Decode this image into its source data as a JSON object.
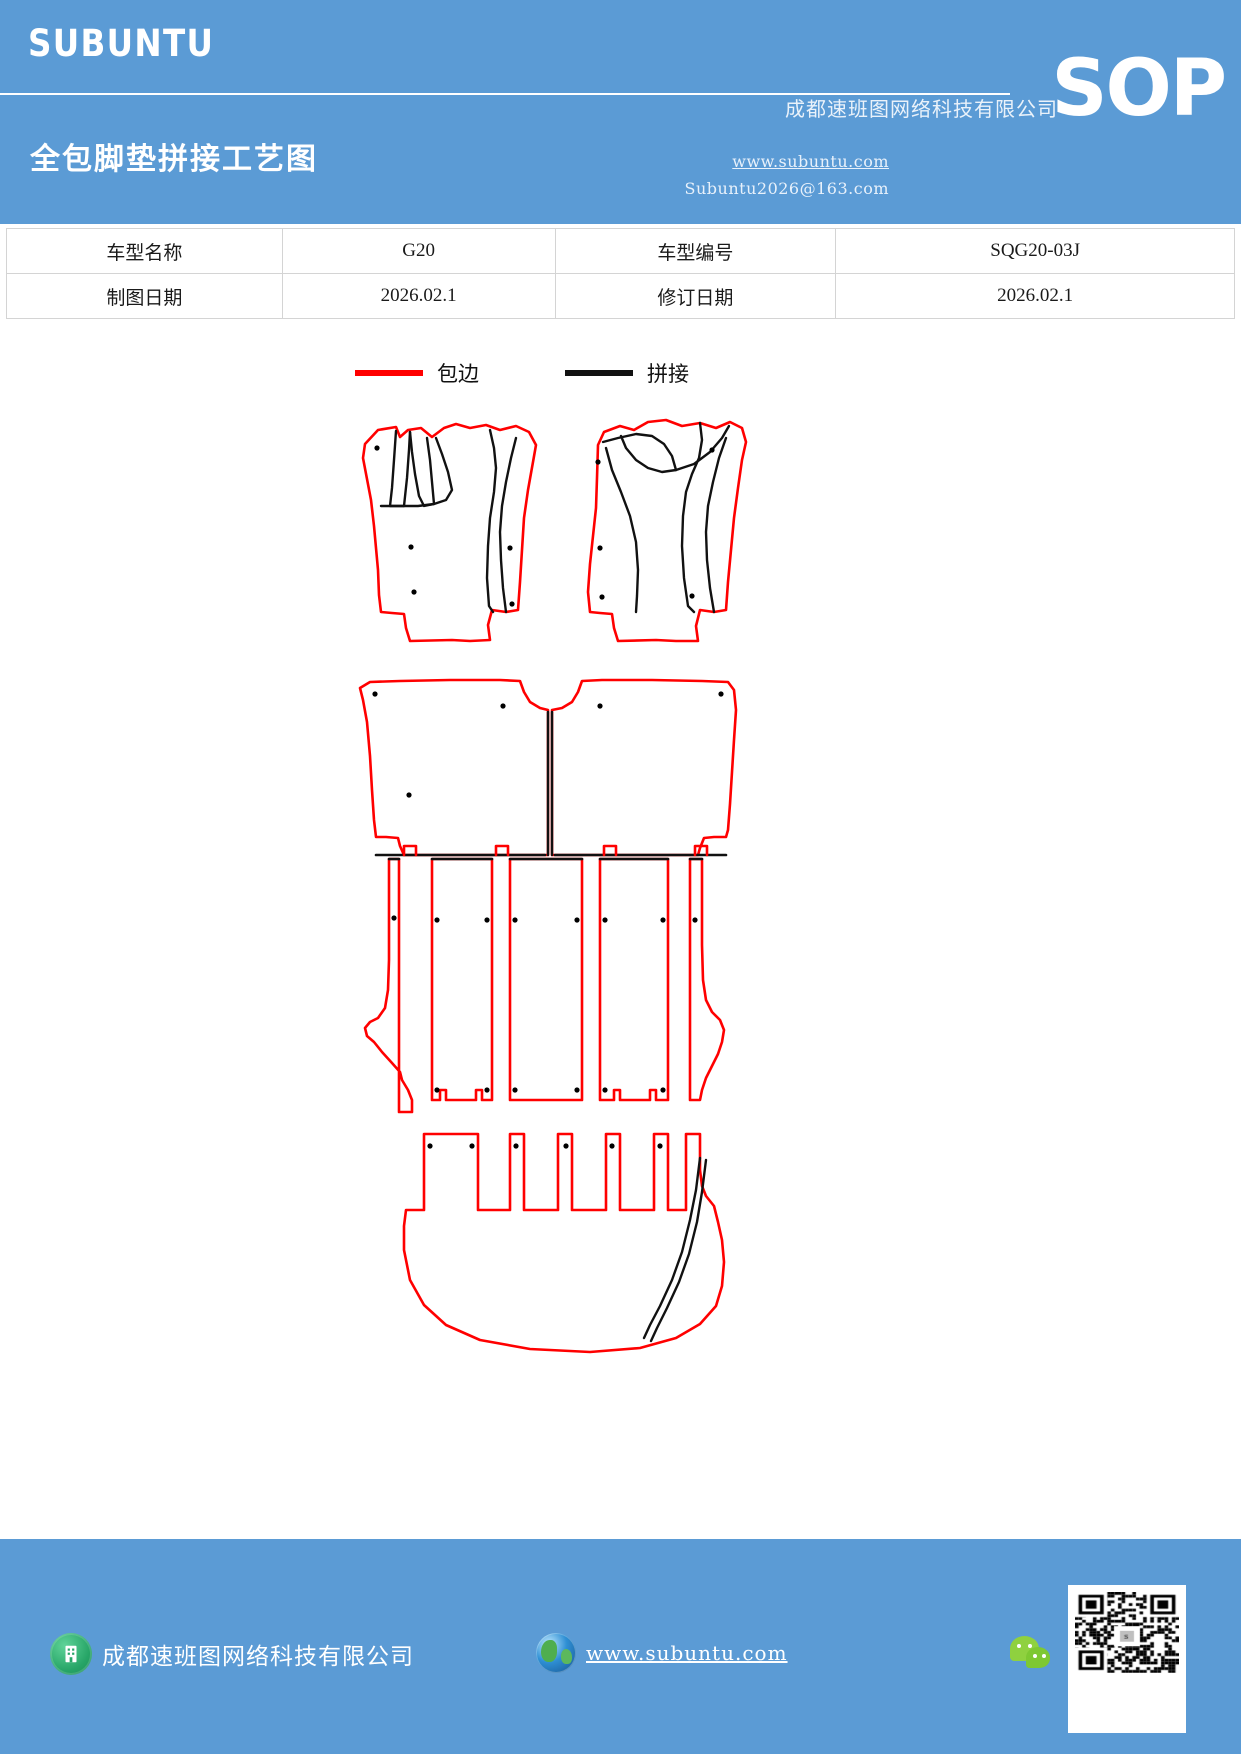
{
  "header": {
    "brand": "SUBUNTU",
    "doc_title": "全包脚垫拼接工艺图",
    "company": "成都速班图网络科技有限公司",
    "website": "www.subuntu.com",
    "email": "Subuntu2026@163.com",
    "badge": "SOP",
    "bg_color": "#5b9bd5"
  },
  "info_table": {
    "rows": [
      {
        "label1": "车型名称",
        "value1": "G20",
        "label2": "车型编号",
        "value2": "SQG20-03J"
      },
      {
        "label1": "制图日期",
        "value1": "2026.02.1",
        "label2": "修订日期",
        "value2": "2026.02.1"
      }
    ]
  },
  "legend": {
    "items": [
      {
        "label": "包边",
        "color": "#ff0000"
      },
      {
        "label": "拼接",
        "color": "#111111"
      }
    ]
  },
  "drawing": {
    "title": "全包脚垫拼接工艺图",
    "line_colors": {
      "binding": "#ff0000",
      "splice": "#111111",
      "marker": "#000000"
    },
    "panel_groups": [
      "front-row-left-mat",
      "front-row-right-mat",
      "second-row-main-mat",
      "second-row-strip-panels",
      "third-row-strip-panels",
      "trunk-cargo-mat"
    ]
  },
  "footer": {
    "company": "成都速班图网络科技有限公司",
    "website": "www.subuntu.com",
    "bg_color": "#5b9bd5",
    "icons": [
      "building-icon",
      "globe-icon",
      "wechat-icon",
      "qr-code"
    ]
  }
}
